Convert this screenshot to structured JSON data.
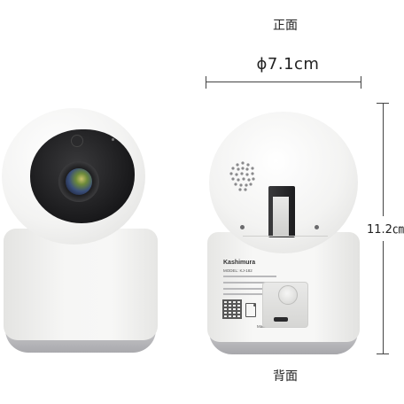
{
  "labels": {
    "front": "正面",
    "back": "背面",
    "width": "ϕ7.1cm",
    "height": "11.2㎝"
  },
  "device": {
    "brand": "Kashimura",
    "model": "MODEL: KJ-182",
    "made_in": "Made in China"
  },
  "colors": {
    "body": "#f5f5f4",
    "foot": "#b0b0b4",
    "lens": "#151517"
  }
}
